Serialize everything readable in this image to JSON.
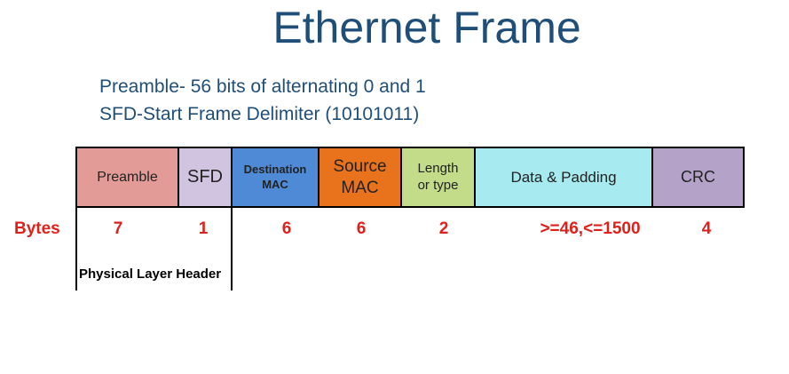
{
  "title": "Ethernet Frame",
  "notes": [
    "Preamble- 56 bits of alternating 0 and 1",
    "SFD-Start Frame Delimiter (10101011)"
  ],
  "fields": [
    {
      "lines": [
        "Preamble"
      ],
      "color": "#e39b97"
    },
    {
      "lines": [
        "SFD"
      ],
      "color": "#d0c4e0"
    },
    {
      "lines": [
        "Destination",
        "MAC"
      ],
      "color": "#4f8ad6"
    },
    {
      "lines": [
        "Source",
        "MAC"
      ],
      "color": "#e8731c"
    },
    {
      "lines": [
        "Length",
        "or type"
      ],
      "color": "#c3dc8a"
    },
    {
      "lines": [
        "Data & Padding"
      ],
      "color": "#a7eaf0"
    },
    {
      "lines": [
        "CRC"
      ],
      "color": "#b4a2c9"
    }
  ],
  "bytes_label": "Bytes",
  "bytes": [
    "7",
    "1",
    "6",
    "6",
    "2",
    ">=46,<=1500",
    "4"
  ],
  "physical_layer_label": "Physical Layer Header",
  "bytes_color": "#e0201a",
  "title_color": "#1f4e79"
}
